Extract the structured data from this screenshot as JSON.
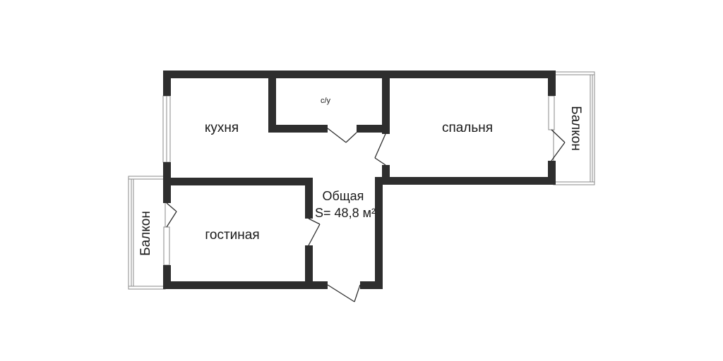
{
  "rooms": {
    "kitchen": "кухня",
    "bathroom": "с/у",
    "bedroom": "спальня",
    "living_room": "гостиная"
  },
  "balconies": {
    "left": "Балкон",
    "right": "Балкон"
  },
  "area": {
    "title": "Общая",
    "value": "S= 48,8 м²"
  },
  "colors": {
    "wall": "#2e2e2e",
    "window": "#8a8a8a",
    "background": "#ffffff"
  }
}
